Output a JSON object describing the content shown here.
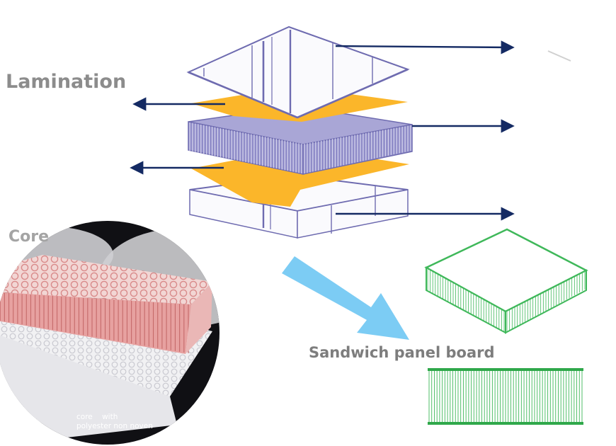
{
  "labels": {
    "lamination": "Lamination",
    "core": "Core",
    "sandwich_panel_board": "Sandwich panel board",
    "photo_caption_line1": "core    with",
    "photo_caption_line2": "polyester non noven"
  },
  "colors": {
    "background": "#ffffff",
    "skin_outline": "#6e6bb0",
    "adhesive_orange": "#fbb62a",
    "honeycomb_core": "#8f8cc8",
    "arrow_navy": "#142a63",
    "flow_arrow_blue": "#6ec6f3",
    "panel_green": "#3fb85a",
    "label_gray": "#8c8c8c",
    "core_photo_red": "#d98a8a",
    "photo_dark": "#101014"
  },
  "icons": {
    "pointer_arrows": "left-right-arrow-icon",
    "flow_arrow": "down-right-arrow-icon"
  }
}
